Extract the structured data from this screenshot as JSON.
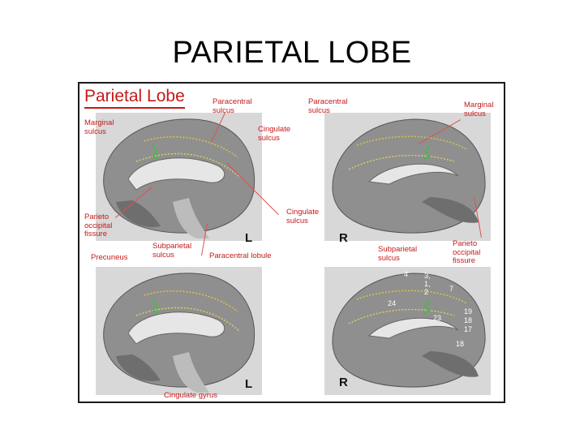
{
  "slide": {
    "title": "PARIETAL LOBE"
  },
  "figure": {
    "title": "Parietal Lobe",
    "labels": {
      "paracentral_sulcus_left": "Paracentral\nsulcus",
      "paracentral_sulcus_right": "Paracentral\nsulcus",
      "marginal_sulcus_left": "Marginal\nsulcus",
      "marginal_sulcus_right": "Marginal\nsulcus",
      "cingulate_sulcus_top": "Cingulate\nsulcus",
      "cingulate_sulcus_mid": "Cingulate\nsulcus",
      "parieto_occipital_left": "Parieto\noccipital\nfissure",
      "parieto_occipital_right": "Parieto\noccipital\nfissure",
      "precuneus": "Precuneus",
      "subparietal_left": "Subparietal\nsulcus",
      "subparietal_right": "Subparietal\nsulcus",
      "paracentral_lobule": "Paracentral lobule",
      "cingulate_gyrus": "Cingulate gyrus"
    },
    "side_markers": {
      "top_left": "L",
      "top_right": "R",
      "bottom_left": "L",
      "bottom_right": "R"
    },
    "area_numbers": [
      "4",
      "3,\n1,\n2",
      "7",
      "24",
      "23",
      "19\n18\n17",
      "18"
    ]
  }
}
